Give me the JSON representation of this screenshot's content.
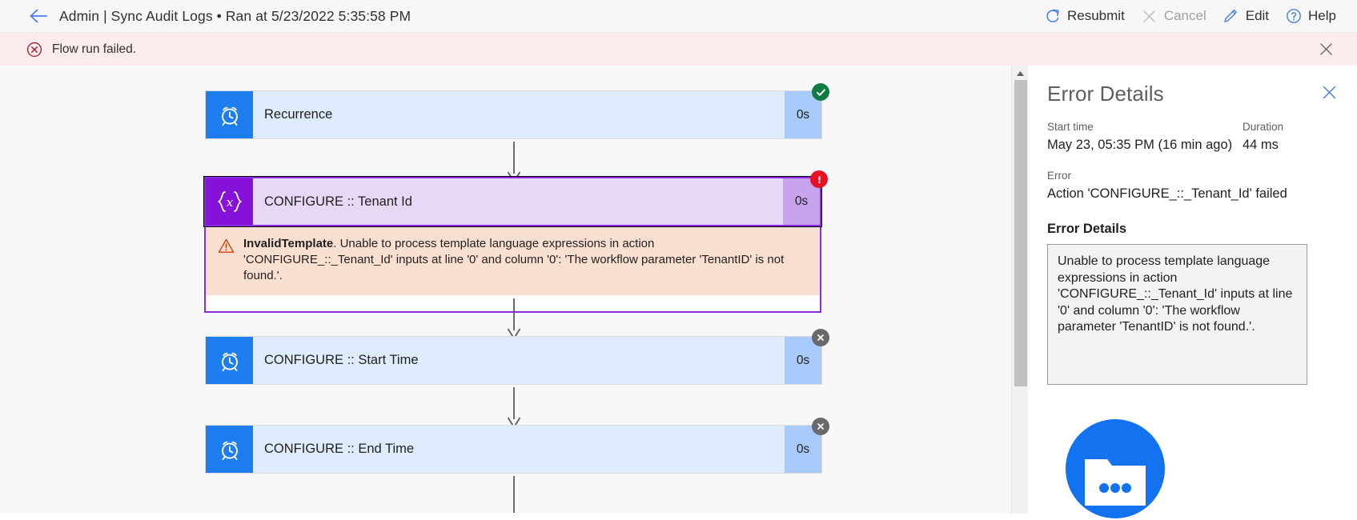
{
  "topbar": {
    "back_icon": "back-arrow-icon",
    "title": "Admin | Sync Audit Logs • Ran at 5/23/2022 5:35:58 PM",
    "commands": [
      {
        "label": "Resubmit",
        "icon": "refresh-icon",
        "disabled": false
      },
      {
        "label": "Cancel",
        "icon": "close-icon",
        "disabled": true
      },
      {
        "label": "Edit",
        "icon": "pencil-icon",
        "disabled": false
      },
      {
        "label": "Help",
        "icon": "question-circle-icon",
        "disabled": false
      }
    ]
  },
  "message_bar": {
    "icon": "error-circle-icon",
    "text": "Flow run failed.",
    "close_icon": "close-icon",
    "background": "#fdecee",
    "icon_color": "#a4262c"
  },
  "flow": {
    "nodes": [
      {
        "label": "Recurrence",
        "icon": "alarm-clock-icon",
        "duration": "0s",
        "status": "succeeded",
        "badge_icon": "check-icon",
        "accent": "#1e7ef0",
        "body": "#deecfd",
        "selected": false
      },
      {
        "label": "CONFIGURE :: Tenant Id",
        "icon": "expression-braces-icon",
        "duration": "0s",
        "status": "failed",
        "badge_icon": "exclamation-icon",
        "accent": "#8611d8",
        "body": "#e8d8f7",
        "selected": true,
        "error": {
          "icon": "warning-triangle-icon",
          "code": "InvalidTemplate",
          "message": ". Unable to process template language expressions in action 'CONFIGURE_::_Tenant_Id' inputs at line '0' and column '0': 'The workflow parameter 'TenantID' is not found.'."
        }
      },
      {
        "label": "CONFIGURE :: Start Time",
        "icon": "alarm-clock-icon",
        "duration": "0s",
        "status": "skipped",
        "badge_icon": "x-icon",
        "accent": "#1e7ef0",
        "body": "#deecfd",
        "selected": false
      },
      {
        "label": "CONFIGURE :: End Time",
        "icon": "alarm-clock-icon",
        "duration": "0s",
        "status": "skipped",
        "badge_icon": "x-icon",
        "accent": "#1e7ef0",
        "body": "#deecfd",
        "selected": false
      }
    ]
  },
  "details_pane": {
    "title": "Error Details",
    "close_icon": "close-icon",
    "start_time_label": "Start time",
    "start_time_value": "May 23, 05:35 PM (16 min ago)",
    "duration_label": "Duration",
    "duration_value": "44 ms",
    "error_label": "Error",
    "error_value": "Action 'CONFIGURE_::_Tenant_Id' failed",
    "error_details_label": "Error Details",
    "error_details_text": "Unable to process template language expressions in action 'CONFIGURE_::_Tenant_Id' inputs at line '0' and column '0': 'The workflow parameter 'TenantID' is not found.'.",
    "footer_logo_icon": "folder-ellipsis-icon"
  }
}
